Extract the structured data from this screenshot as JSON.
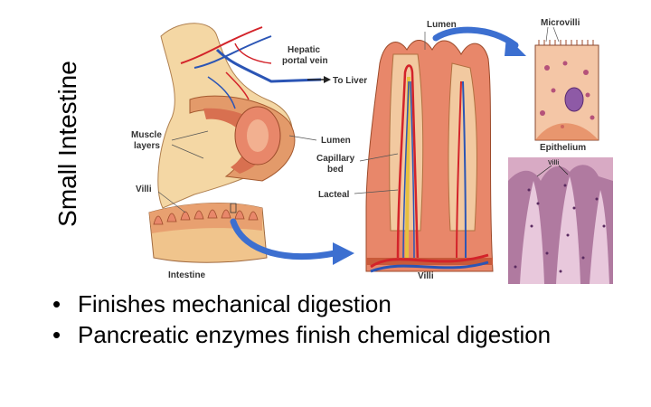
{
  "slide": {
    "title": "Small Intestine",
    "bullets": [
      "Finishes mechanical digestion",
      "Pancreatic enzymes finish chemical digestion"
    ]
  },
  "diagram": {
    "labels": {
      "hepatic_portal_vein_line1": "Hepatic",
      "hepatic_portal_vein_line2": "portal vein",
      "to_liver": "To Liver",
      "muscle_layers_line1": "Muscle",
      "muscle_layers_line2": "layers",
      "lumen_left": "Lumen",
      "capillary_bed_line1": "Capillary",
      "capillary_bed_line2": "bed",
      "lacteal": "Lacteal",
      "villi_left": "Villi",
      "intestine": "Intestine",
      "lumen_top": "Lumen",
      "villi_bottom": "Villi",
      "microvilli": "Microvilli",
      "epithelium": "Epithelium",
      "villi_micrograph": "Villi"
    },
    "colors": {
      "tissue": "#e8876a",
      "tissue_light": "#f2c9a0",
      "vein": "#2b55b5",
      "artery": "#d3232a",
      "arrow": "#3c6fd0",
      "micrograph": "#b07aa0"
    }
  }
}
